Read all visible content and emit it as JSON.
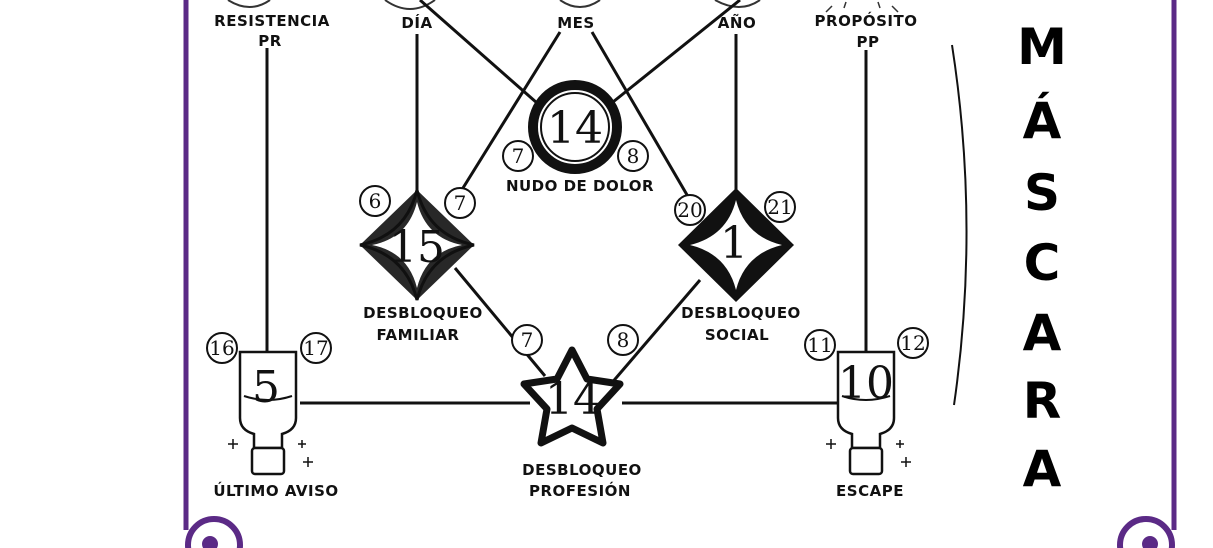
{
  "colors": {
    "frame": "#5b2a86",
    "ink": "#111111"
  },
  "top_labels": {
    "resistencia": "RESISTENCIA",
    "resistencia_code": "PR",
    "dia": "DÍA",
    "mes": "MES",
    "anio": "AÑO",
    "proposito": "PROPÓSITO",
    "proposito_code": "PP"
  },
  "nudo": {
    "value": "14",
    "left": "7",
    "right": "8",
    "label": "NUDO DE DOLOR"
  },
  "familiar": {
    "value": "15",
    "left": "6",
    "right": "7",
    "label_1": "DESBLOQUEO",
    "label_2": "FAMILIAR"
  },
  "social": {
    "value": "1",
    "left": "20",
    "right": "21",
    "label_1": "DESBLOQUEO",
    "label_2": "SOCIAL"
  },
  "profesion": {
    "value": "14",
    "left": "7",
    "right": "8",
    "label_1": "DESBLOQUEO",
    "label_2": "PROFESIÓN"
  },
  "ultimo": {
    "value": "5",
    "left": "16",
    "right": "17",
    "label": "ÚLTIMO AVISO"
  },
  "escape": {
    "value": "10",
    "left": "11",
    "right": "12",
    "label": "ESCAPE"
  },
  "mascara": [
    "M",
    "Á",
    "S",
    "C",
    "A",
    "R",
    "A"
  ]
}
